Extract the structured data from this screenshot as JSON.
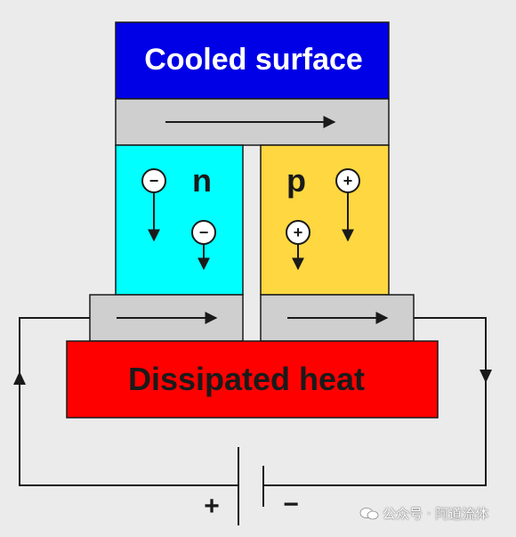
{
  "labels": {
    "top": "Cooled surface",
    "bottom": "Dissipated heat",
    "n": "n",
    "p": "p",
    "plus": "+",
    "minus": "−"
  },
  "charges": {
    "electron": "−",
    "hole": "+"
  },
  "watermark": "公众号 · 阿道流体",
  "colors": {
    "background": "#ebebeb",
    "top_plate": "#0000e6",
    "conductor": "#cfcfcf",
    "n_type": "#00ffff",
    "p_type": "#ffd740",
    "bottom_plate": "#ff0000",
    "line": "#1a1a1a"
  }
}
